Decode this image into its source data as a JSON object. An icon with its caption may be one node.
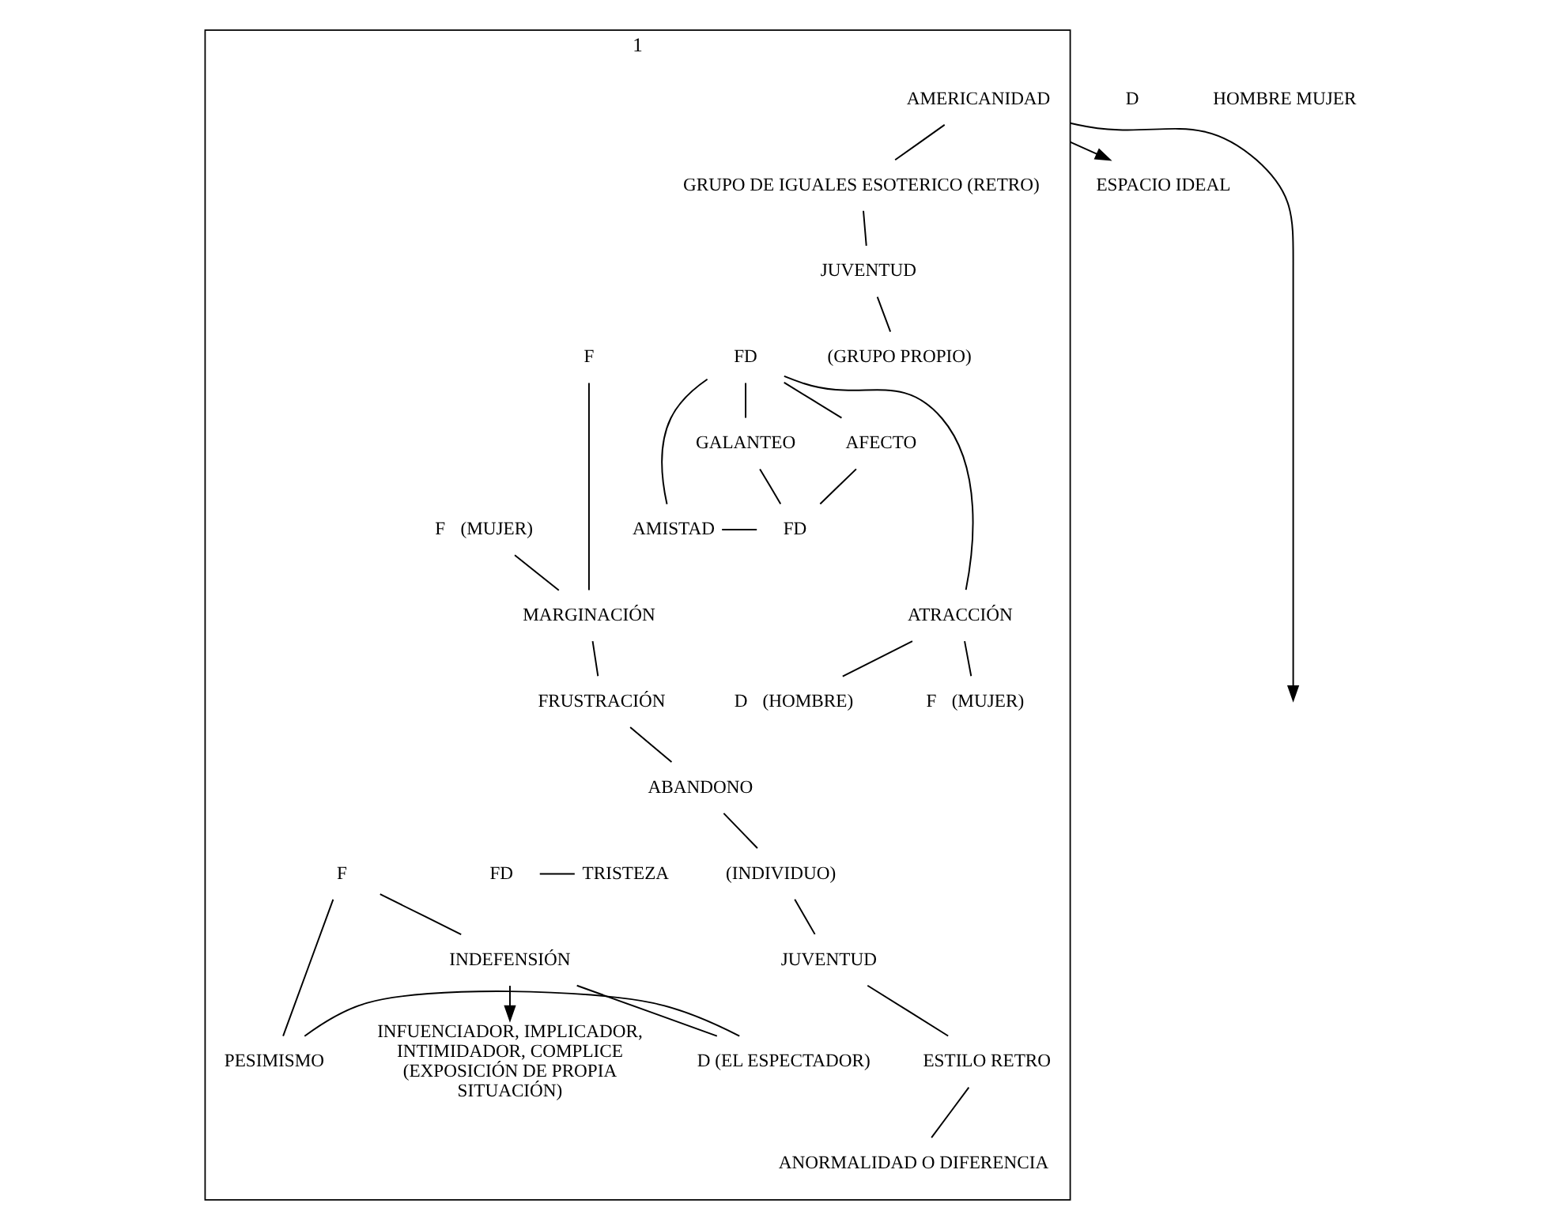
{
  "diagram": {
    "nodes": [
      {
        "text": [
          "1"
        ]
      },
      {
        "text": [
          "AMERICANIDAD"
        ],
        "in": 0
      },
      {
        "text": [
          "GRUPO DE IGUALES ESOTERICO (RETRO)"
        ],
        "in": 0
      },
      {
        "text": [
          "JUVENTUD"
        ],
        "in": 0
      },
      {
        "text": [
          "F"
        ],
        "in": 0
      },
      {
        "text": [
          "(GRUPO PROPIO)"
        ],
        "in": 0
      },
      {
        "text": [
          "FD"
        ],
        "in": 0
      },
      {
        "text": [
          "AFECTO"
        ],
        "in": 0
      },
      {
        "text": [
          "AMISTAD"
        ],
        "in": 0
      },
      {
        "text": [
          "GALANTEO"
        ],
        "in": 0
      },
      {
        "text": [
          "FD"
        ],
        "in": 0
      },
      {
        "text": [
          "F"
        ],
        "beside": [
          "(MUJER)"
        ],
        "in": 0
      },
      {
        "text": [
          "ATRACCIÓN"
        ],
        "in": 0
      },
      {
        "text": [
          "MARGINACIÓN"
        ],
        "in": 0
      },
      {
        "text": [
          "FRUSTRACIÓN"
        ],
        "in": 0
      },
      {
        "text": [
          "F"
        ],
        "beside": [
          "(MUJER)"
        ],
        "in": 0
      },
      {
        "text": [
          "D"
        ],
        "beside": [
          "(HOMBRE)"
        ],
        "in": 0
      },
      {
        "text": [
          "ABANDONO"
        ],
        "in": 0
      },
      {
        "text": [
          "FD"
        ],
        "in": 0
      },
      {
        "text": [
          "TRISTEZA"
        ],
        "in": 0
      },
      {
        "text": [
          "(INDIVIDUO)"
        ],
        "in": 0
      },
      {
        "text": [
          "F"
        ],
        "in": 0
      },
      {
        "text": [
          "PESIMISMO"
        ],
        "in": 0
      },
      {
        "text": [
          "D (EL ESPECTADOR)"
        ],
        "in": 0
      },
      {
        "text": [
          "INDEFENSIÓN"
        ],
        "in": 0
      },
      {
        "text": [
          "JUVENTUD"
        ],
        "in": 0
      },
      {
        "text": [
          "ESTILO RETRO"
        ],
        "in": 0
      },
      {
        "text": [
          "INFUENCIADOR, IMPLICADOR, INTIMIDADOR, COMPLICE (EXPOSICIÓN DE PROPIA SITUACIÓN)"
        ],
        "in": 0
      },
      {
        "text": [
          "ANORMALIDAD O DIFERENCIA"
        ],
        "in": 0
      },
      {
        "text": [
          "ESPACIO IDEAL"
        ]
      }
    ],
    "edges": [
      {
        "from": 1,
        "to": 2,
        "arrow": "none"
      },
      {
        "from": 2,
        "to": 3,
        "arrow": "none"
      },
      {
        "from": 3,
        "to": 5,
        "arrow": "none"
      },
      {
        "from": 6,
        "to": 7,
        "arrow": "none"
      },
      {
        "from": 6,
        "to": 8,
        "arrow": "none"
      },
      {
        "from": 6,
        "to": 9,
        "arrow": "none"
      },
      {
        "from": 6,
        "to": 12,
        "arrow": "none"
      },
      {
        "from": 7,
        "to": 10,
        "arrow": "none"
      },
      {
        "from": 8,
        "to": 10,
        "arrow": "none"
      },
      {
        "from": 9,
        "to": 10,
        "arrow": "none"
      },
      {
        "from": 4,
        "to": 13,
        "arrow": "none"
      },
      {
        "from": 11,
        "to": 13,
        "arrow": "none"
      },
      {
        "from": 13,
        "to": 14,
        "arrow": "none"
      },
      {
        "from": 14,
        "to": 17,
        "arrow": "none"
      },
      {
        "from": 12,
        "to": 15,
        "arrow": "none"
      },
      {
        "from": 12,
        "to": 16,
        "arrow": "none"
      },
      {
        "from": 17,
        "to": 20,
        "arrow": "none"
      },
      {
        "from": 18,
        "to": 19,
        "arrow": "none"
      },
      {
        "from": 21,
        "to": 22,
        "arrow": "none"
      },
      {
        "from": 21,
        "to": 24,
        "arrow": "none"
      },
      {
        "from": 22,
        "to": 23,
        "arrow": "none"
      },
      {
        "from": 24,
        "to": 23,
        "arrow": "none"
      },
      {
        "from": 20,
        "to": 25,
        "arrow": "none"
      },
      {
        "from": 25,
        "to": 26,
        "arrow": "none"
      },
      {
        "from": 26,
        "to": 28,
        "arrow": "none"
      },
      {
        "from": 24,
        "to": 27,
        "arrow": "to"
      },
      {
        "from": 0,
        "to": null,
        "arrow": "to"
      },
      {
        "from": 0,
        "to": 29,
        "arrow": "to"
      }
    ],
    "labels": [
      "D",
      "HOMBRE MUJER"
    ]
  }
}
